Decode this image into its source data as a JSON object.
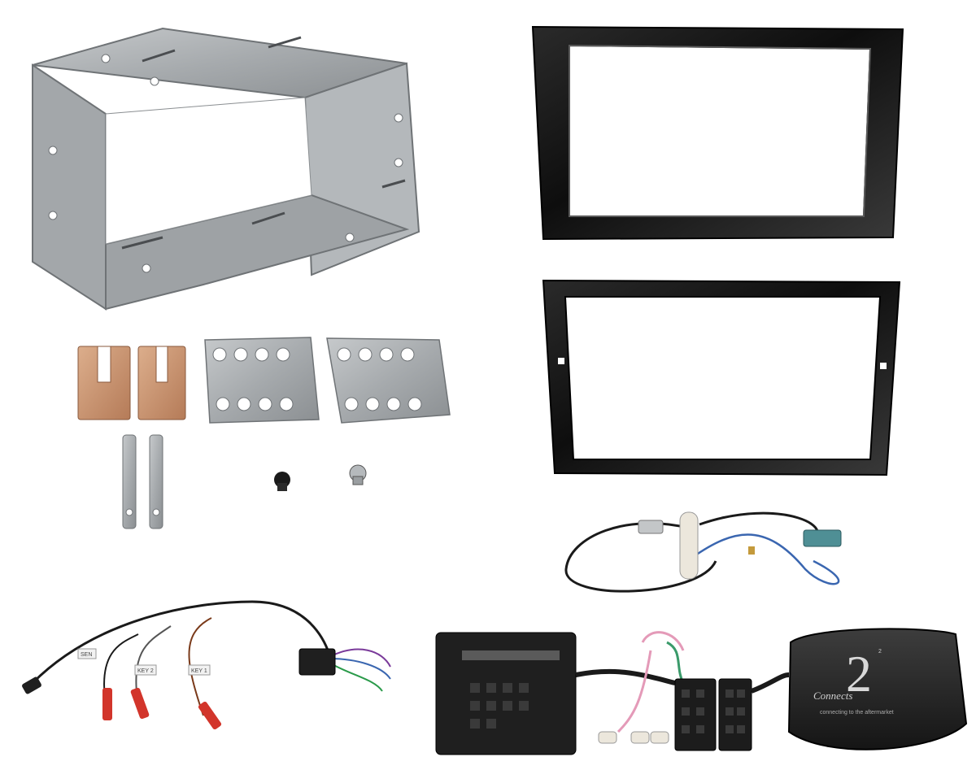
{
  "photo": {
    "background": "#ffffff",
    "components": [
      "metal-cage",
      "fascia-frame",
      "fascia-surround",
      "copper-clips",
      "mounting-plates",
      "release-keys",
      "screws",
      "antenna-adapter",
      "steering-control-harness",
      "stalk-interface-box"
    ]
  },
  "interface_box": {
    "logo_number": "2",
    "brand": "Connects",
    "brand_superscript": "2",
    "tagline": "connecting to the aftermarket"
  },
  "harness_tags": {
    "tag1": "SEN",
    "tag2": "KEY 2",
    "tag3": "KEY 1"
  },
  "colors": {
    "metal": "#a9adb0",
    "metal_dark": "#7d8184",
    "fascia_black": "#141414",
    "copper": "#c99472",
    "box_black": "#262626",
    "wire_blue": "#3a66b0",
    "wire_pink": "#e49ab8",
    "connector_red": "#d2352b"
  }
}
